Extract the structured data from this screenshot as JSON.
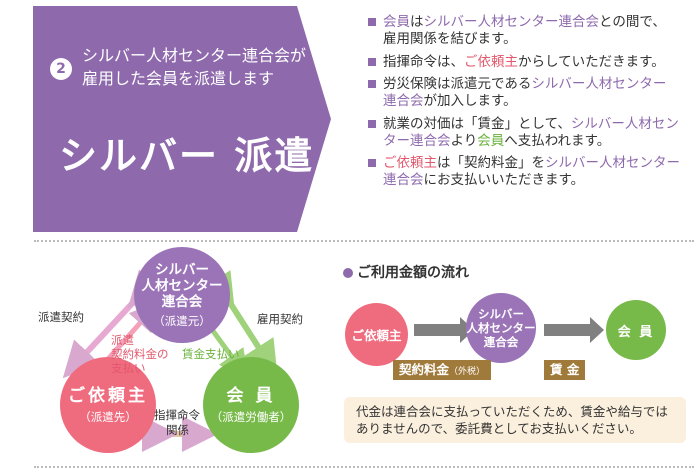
{
  "banner": {
    "number": "2",
    "subtitle_line1": "シルバー人材センター連合会が",
    "subtitle_line2": "雇用した会員を派遣します",
    "title": "シルバー 派遣",
    "color": "#8e6aad"
  },
  "bullets": [
    {
      "parts": [
        {
          "t": "会員",
          "c": "pur"
        },
        {
          "t": "は"
        },
        {
          "t": "シルバー人材センター連合会",
          "c": "pur"
        },
        {
          "t": "との間で、"
        }
      ],
      "line2": [
        {
          "t": "雇用関係を結びます。"
        }
      ]
    },
    {
      "parts": [
        {
          "t": "指揮命令は、"
        },
        {
          "t": "ご依頼主",
          "c": "red"
        },
        {
          "t": "からしていただきます。"
        }
      ],
      "line2": []
    },
    {
      "parts": [
        {
          "t": "労災保険は派遣元である"
        },
        {
          "t": "シルバー人材センター",
          "c": "pur"
        }
      ],
      "line2": [
        {
          "t": "連合会",
          "c": "pur"
        },
        {
          "t": "が加入します。"
        }
      ]
    },
    {
      "parts": [
        {
          "t": "就業の対価は「賃金」として、"
        },
        {
          "t": "シルバー人材セン",
          "c": "pur"
        }
      ],
      "line2": [
        {
          "t": "ター連合会",
          "c": "pur"
        },
        {
          "t": "より"
        },
        {
          "t": "会員",
          "c": "grn"
        },
        {
          "t": "へ支払われます。"
        }
      ]
    },
    {
      "parts": [
        {
          "t": "ご依頼主",
          "c": "red"
        },
        {
          "t": "は「契約料金」を"
        },
        {
          "t": "シルバー人材センター",
          "c": "pur"
        }
      ],
      "line2": [
        {
          "t": "連合会",
          "c": "pur"
        },
        {
          "t": "にお支払いいただきます。"
        }
      ]
    }
  ],
  "diagram": {
    "silver_line1": "シルバー",
    "silver_line2": "人材センター",
    "silver_line3": "連合会",
    "silver_sub": "（派遣元）",
    "client_main": "ご依頼主",
    "client_sub": "（派遣先）",
    "member_main": "会 員",
    "member_sub": "（派遣労働者）",
    "label_contract": "派遣契約",
    "label_employment": "雇用契約",
    "label_fee_1": "派遣",
    "label_fee_2": "契約料金の",
    "label_fee_3": "支払い",
    "label_wage": "賃金支払い",
    "label_cmd_1": "指揮命令",
    "label_cmd_2": "関係",
    "color_silver": "#9b74b8",
    "color_client": "#ef6c7f",
    "color_member": "#78ba4a"
  },
  "flow": {
    "title": "ご利用金額の流れ",
    "client": "ご依頼主",
    "silver_1": "シルバー",
    "silver_2": "人材センター",
    "silver_3": "連合会",
    "member": "会 員",
    "fee_label": "契約料金",
    "fee_note": "（外税）",
    "wage_label": "賃 金",
    "note_line1": "代金は連合会に支払っていただくため、賃金や給与では",
    "note_line2": "ありませんので、委託費としてお支払いください。"
  }
}
